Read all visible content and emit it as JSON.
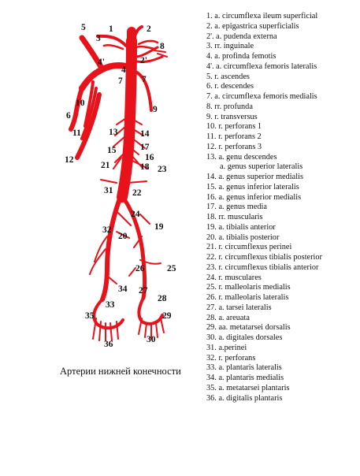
{
  "legend": [
    "1.  a. circumflexa ileum superficial",
    "2.  a. epigastrica superficialis",
    "2'.  a. pudenda externa",
    "3.  rr. inguinale",
    "4.  a. profinda femotis",
    "4'.  a. circumflexa femoris lateralis",
    "5.  r. ascendes",
    "6.  r. descendes",
    "7.  a. circumflexa femoris medialis",
    "8.  rr. profunda",
    "9.  r. transversus",
    "10. r. perforans 1",
    "11. r. perforans 2",
    "12. r. perforans 3",
    "13. a. genu descendes",
    "a. genus superior lateralis",
    "14. a. genus superior medialis",
    "15. a. genus inferior lateralis",
    "16. a. genus inferior medialis",
    "17. a. genus media",
    "18. rr. muscularis",
    "19. a. tibialis anterior",
    "20. a. tibialis posterior",
    "21. r. circumflexus perinei",
    "22. r. circumflexus tibialis posterior",
    "23. r. circumflexus tibialis anterior",
    "24. r. musculares",
    "25. r. malleolaris medialis",
    "26. r. malleolaris lateralis",
    "27. a. tarsei lateralis",
    "28. a. areuata",
    "29. aa. metatarsei dorsalis",
    "30. a. digitales dorsales",
    "31. a.perinei",
    "32. r. perforans",
    "33. a. plantaris lateralis",
    "34. a. plantaris medialis",
    "35. a. metatarsei plantaris",
    "36. a. digitalis plantaris"
  ],
  "caption": "Артерии нижней конечности",
  "diagram_labels": [
    "1",
    "2",
    "3",
    "2'",
    "4'",
    "4",
    "7",
    "7",
    "5",
    "8",
    "6",
    "10",
    "9",
    "11",
    "12",
    "13",
    "14",
    "15",
    "17",
    "16",
    "21",
    "18",
    "23",
    "31",
    "22",
    "24",
    "19",
    "32",
    "20",
    "26",
    "25",
    "34",
    "27",
    "28",
    "33",
    "35",
    "29",
    "36",
    "30"
  ],
  "colors": {
    "artery": "#e8121b",
    "text": "#111111"
  }
}
